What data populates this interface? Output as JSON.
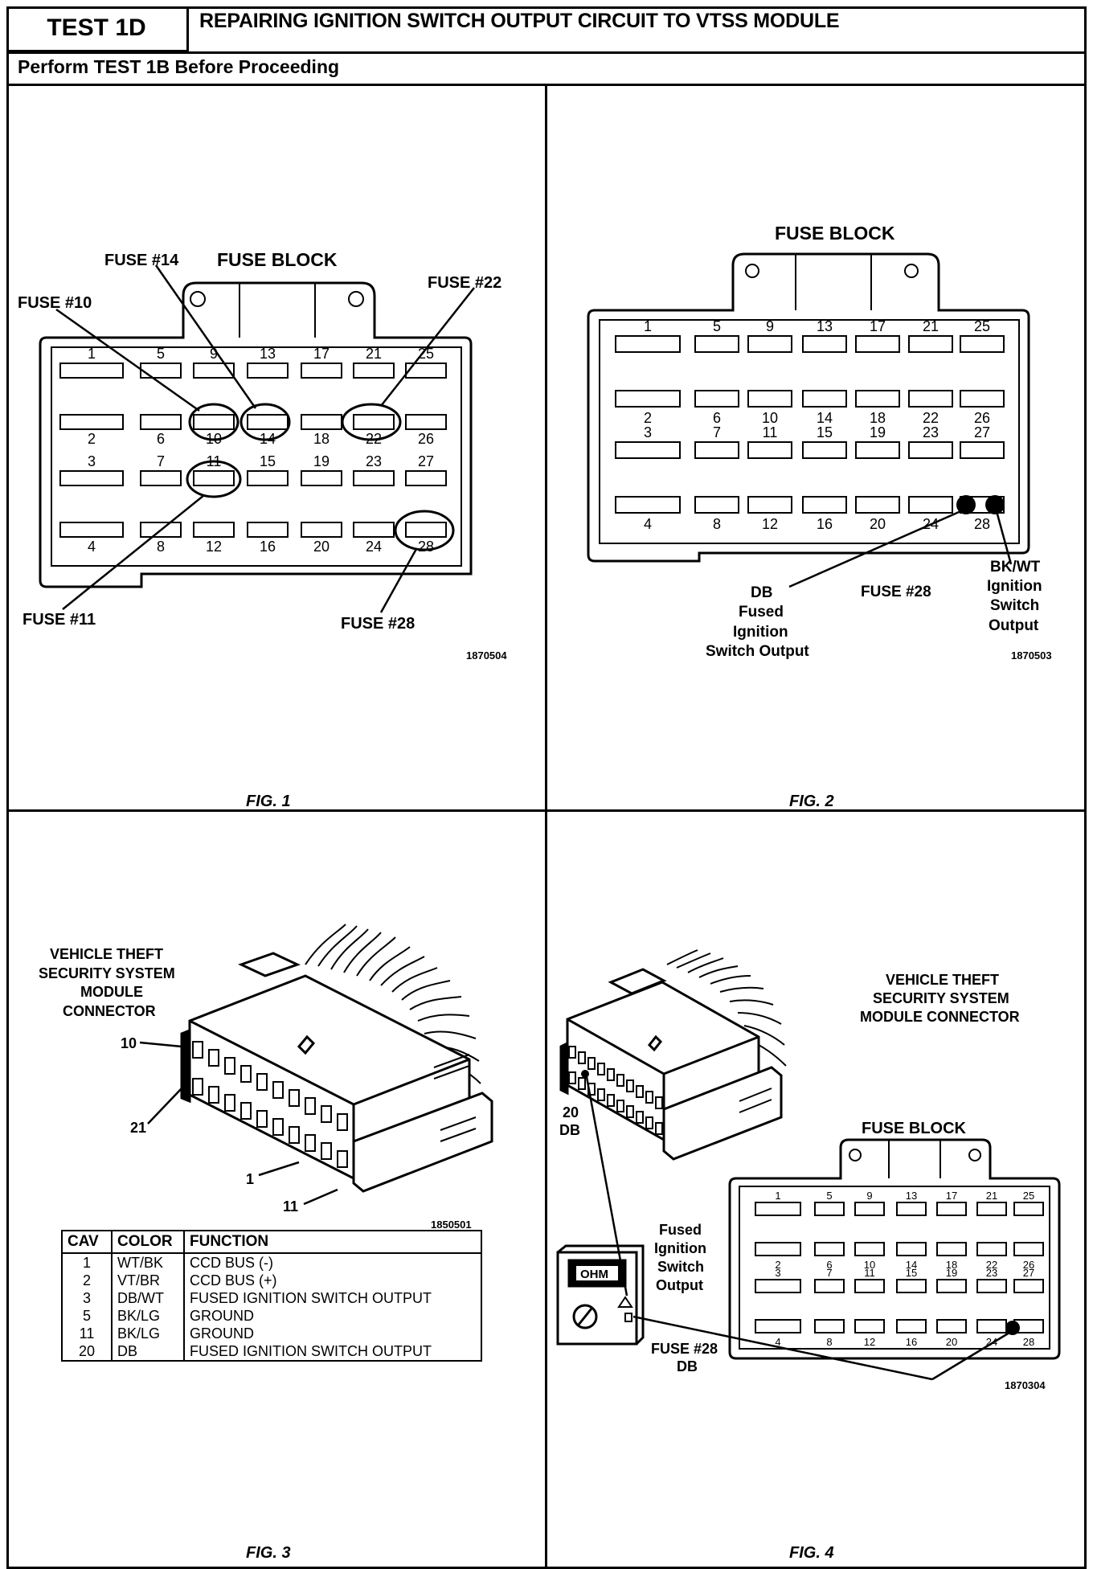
{
  "header": {
    "test_label": "TEST 1D",
    "title": "REPAIRING IGNITION SWITCH OUTPUT CIRCUIT TO VTSS MODULE",
    "subtitle": "Perform TEST 1B Before Proceeding"
  },
  "fig1": {
    "caption": "FIG. 1",
    "block_title": "FUSE BLOCK",
    "ref": "1870504",
    "callouts": [
      "FUSE #14",
      "FUSE #10",
      "FUSE #22",
      "FUSE #11",
      "FUSE #28"
    ],
    "fuse_numbers": {
      "row1_top": [
        "1",
        "5",
        "9",
        "13",
        "17",
        "21",
        "25"
      ],
      "row2_bottom": [
        "2",
        "6",
        "10",
        "14",
        "18",
        "22",
        "26"
      ],
      "row3_top": [
        "3",
        "7",
        "11",
        "15",
        "19",
        "23",
        "27"
      ],
      "row4_bottom": [
        "4",
        "8",
        "12",
        "16",
        "20",
        "24",
        "28"
      ]
    }
  },
  "fig2": {
    "caption": "FIG. 2",
    "block_title": "FUSE BLOCK",
    "ref": "1870503",
    "fuse_label": "FUSE #28",
    "db_label": [
      "DB",
      "Fused",
      "Ignition",
      "Switch Output"
    ],
    "bkwt_label": [
      "BK/WT",
      "Ignition",
      "Switch",
      "Output"
    ],
    "fuse_numbers": {
      "row1_top": [
        "1",
        "5",
        "9",
        "13",
        "17",
        "21",
        "25"
      ],
      "row2_bottom": [
        "2",
        "6",
        "10",
        "14",
        "18",
        "22",
        "26"
      ],
      "row3_top": [
        "3",
        "7",
        "11",
        "15",
        "19",
        "23",
        "27"
      ],
      "row4_bottom": [
        "4",
        "8",
        "12",
        "16",
        "20",
        "24",
        "28"
      ]
    }
  },
  "fig3": {
    "caption": "FIG. 3",
    "connector_label": [
      "VEHICLE THEFT",
      "SECURITY SYSTEM",
      "MODULE",
      "CONNECTOR"
    ],
    "pin_labels": [
      "10",
      "21",
      "1",
      "11"
    ],
    "ref": "1850501",
    "table": {
      "headers": [
        "CAV",
        "COLOR",
        "FUNCTION"
      ],
      "rows": [
        [
          "1",
          "WT/BK",
          "CCD BUS (-)"
        ],
        [
          "2",
          "VT/BR",
          "CCD BUS (+)"
        ],
        [
          "3",
          "DB/WT",
          "FUSED IGNITION SWITCH OUTPUT"
        ],
        [
          "5",
          "BK/LG",
          "GROUND"
        ],
        [
          "11",
          "BK/LG",
          "GROUND"
        ],
        [
          "20",
          "DB",
          "FUSED IGNITION SWITCH OUTPUT"
        ]
      ]
    }
  },
  "fig4": {
    "caption": "FIG. 4",
    "connector_label": [
      "VEHICLE THEFT",
      "SECURITY SYSTEM",
      "MODULE CONNECTOR"
    ],
    "block_title": "FUSE BLOCK",
    "pin_label": [
      "20",
      "DB"
    ],
    "meter_display": "OHM",
    "fused_label": [
      "Fused",
      "Ignition",
      "Switch",
      "Output"
    ],
    "fuse_label": [
      "FUSE #28",
      "DB"
    ],
    "ref": "1870304",
    "fuse_numbers": {
      "row1_top": [
        "1",
        "5",
        "9",
        "13",
        "17",
        "21",
        "25"
      ],
      "row2_bottom": [
        "2",
        "6",
        "10",
        "14",
        "18",
        "22",
        "26"
      ],
      "row3_top": [
        "3",
        "7",
        "11",
        "15",
        "19",
        "23",
        "27"
      ],
      "row4_bottom": [
        "4",
        "8",
        "12",
        "16",
        "20",
        "24",
        "28"
      ]
    }
  }
}
